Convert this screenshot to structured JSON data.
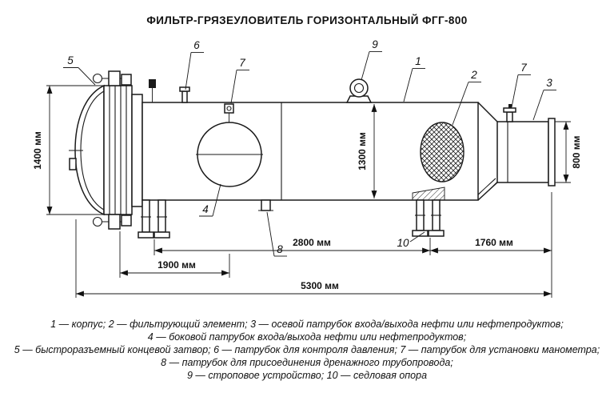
{
  "title": "ФИЛЬТР-ГРЯЗЕУЛОВИТЕЛЬ ГОРИЗОНТАЛЬНЫЙ ФГГ-800",
  "dims": {
    "d1400": "1400 мм",
    "d1300": "1300 мм",
    "d800": "800 мм",
    "d2800": "2800 мм",
    "d1760": "1760 мм",
    "d1900": "1900 мм",
    "d5300": "5300 мм"
  },
  "callouts": {
    "c1": "1",
    "c2": "2",
    "c3": "3",
    "c4": "4",
    "c5": "5",
    "c6": "6",
    "c7a": "7",
    "c7b": "7",
    "c8": "8",
    "c9": "9",
    "c10": "10"
  },
  "legend": [
    "1 — корпус; 2 — фильтрующий элемент; 3 — осевой патрубок входа/выхода нефти или нефтепродуктов;",
    "4 — боковой патрубок входа/выхода нефти или нефтепродуктов;",
    "5 — быстроразъемный концевой затвор; 6 — патрубок для контроля давления; 7 — патрубок для установки манометра;",
    "8 — патрубок для присоединения дренажного трубопровода;",
    "9 — строповое устройство; 10 — седловая опора"
  ],
  "colors": {
    "line": "#1a1a1a",
    "background": "#ffffff"
  }
}
